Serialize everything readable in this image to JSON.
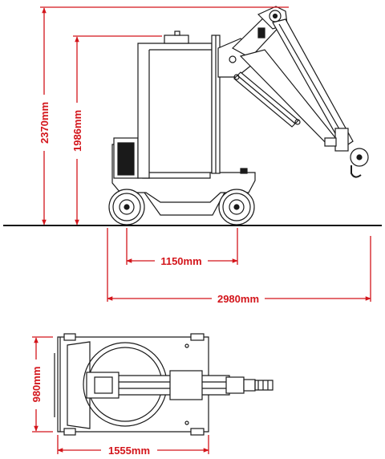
{
  "colors": {
    "dimension": "#d3151b",
    "outline": "#1a1a1a",
    "body_fill": "#ffffff",
    "ground": "#111111"
  },
  "side_view": {
    "overall_height": "2370mm",
    "body_height": "1986mm",
    "wheelbase": "1150mm",
    "overall_length": "2980mm"
  },
  "top_view": {
    "width": "980mm",
    "length": "1555mm"
  }
}
